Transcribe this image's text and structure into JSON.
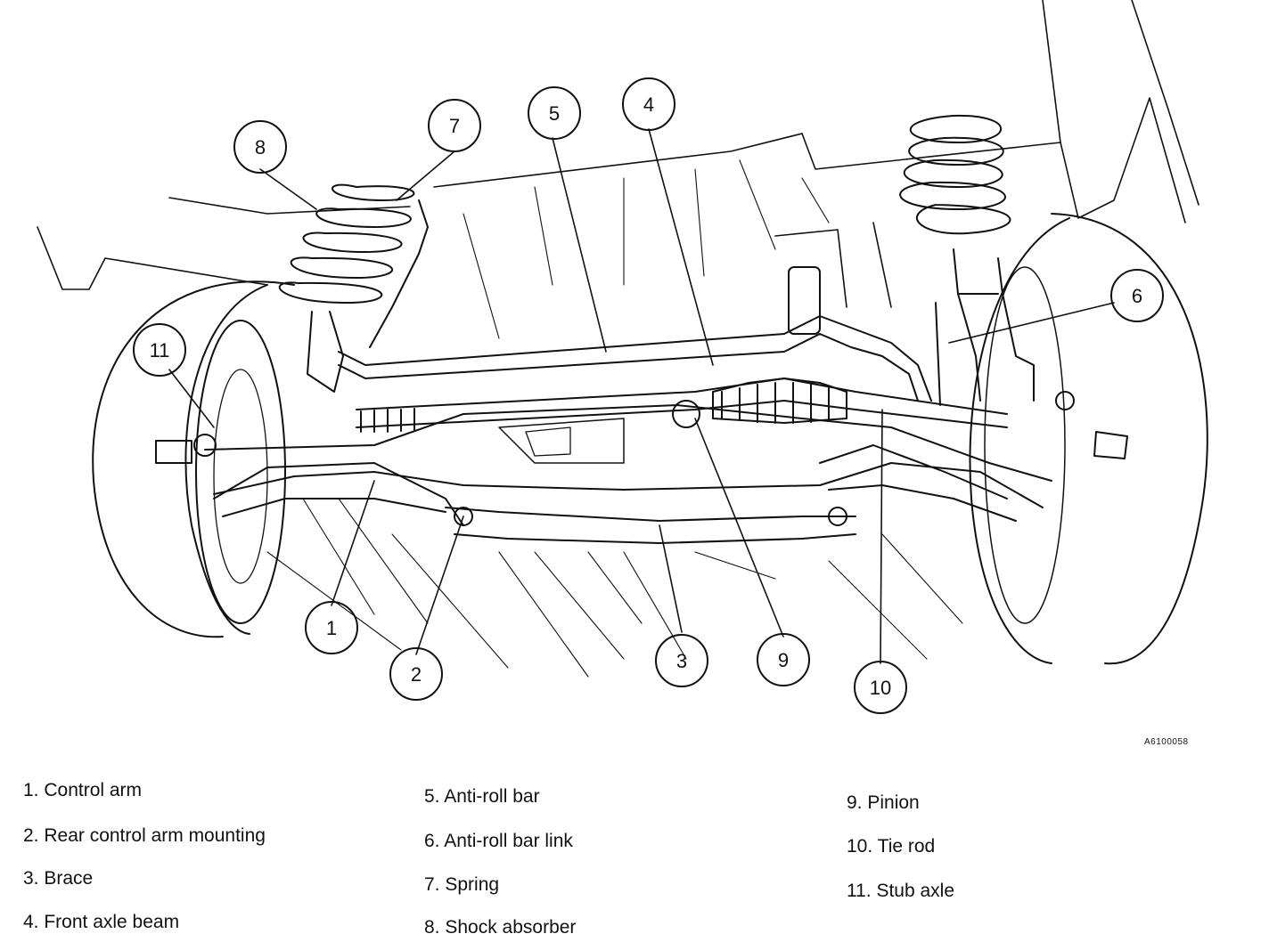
{
  "reference_code": "A6100058",
  "callouts": [
    "1",
    "2",
    "3",
    "4",
    "5",
    "6",
    "7",
    "8",
    "9",
    "10",
    "11"
  ],
  "legend": {
    "col1": [
      "1. Control arm",
      "2. Rear control arm mounting",
      "3. Brace",
      "4. Front axle beam"
    ],
    "col2": [
      "5. Anti-roll bar",
      "6. Anti-roll bar link",
      "7. Spring",
      "8. Shock absorber"
    ],
    "col3": [
      "9. Pinion",
      "10. Tie rod",
      "11. Stub axle"
    ]
  }
}
